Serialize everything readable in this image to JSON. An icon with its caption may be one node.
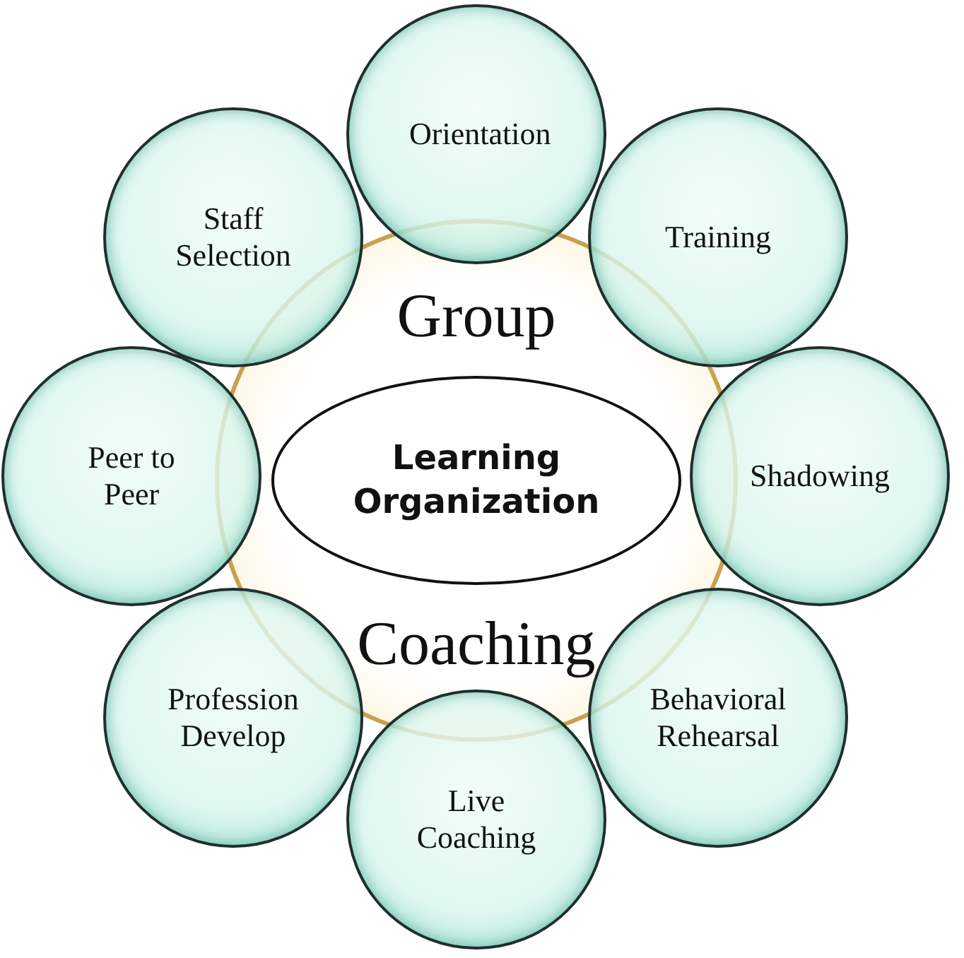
{
  "diagram": {
    "nodes": [
      {
        "text": [
          "Orientation"
        ]
      },
      {
        "text": [
          "Staff Selection"
        ]
      },
      {
        "text": [
          "Training"
        ]
      },
      {
        "text": [
          "Group",
          "Coaching"
        ]
      },
      {
        "text": [
          "Learning Organization"
        ],
        "in": 3
      },
      {
        "text": [
          "Peer to Peer"
        ]
      },
      {
        "text": [
          "Shadowing"
        ]
      },
      {
        "text": [
          "Profession Develop"
        ]
      },
      {
        "text": [
          "Behavioral Rehearsal"
        ]
      },
      {
        "text": [
          "Live Coaching"
        ]
      }
    ],
    "edges": []
  }
}
